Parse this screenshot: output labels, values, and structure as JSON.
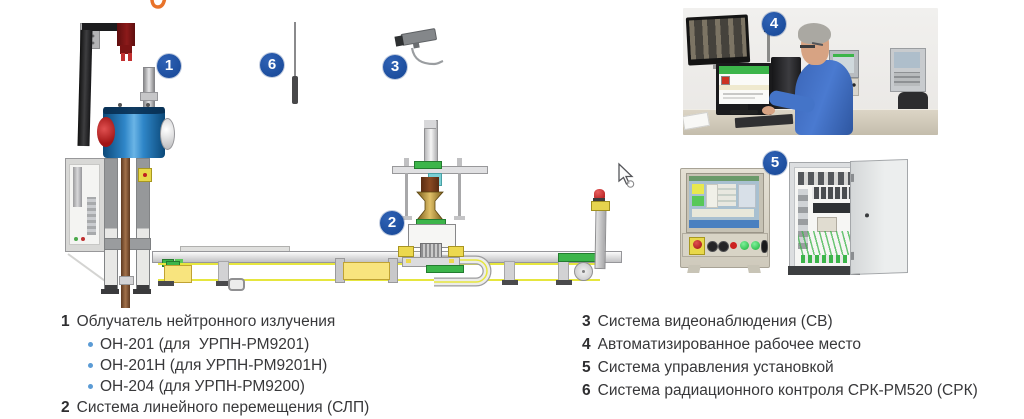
{
  "figure": {
    "badges": {
      "irradiator": "1",
      "linear_system": "2",
      "video": "3",
      "workstation": "4",
      "control": "5",
      "radiation": "6"
    },
    "colors": {
      "badge_blue": "#1d4e9e",
      "bullet_blue": "#5b9bd5",
      "accent_green": "#3cb54a",
      "drum_blue": "#2f86c8",
      "rail_yellow": "#f8e47e",
      "beacon_red": "#b01818",
      "title_fragment_orange": "#e8732a"
    }
  },
  "legend": {
    "left": [
      {
        "num": "1",
        "text": "Облучатель нейтронного излучения",
        "bullets": [
          "ОН-201 (для  УРПН-РМ9201)",
          "ОН-201Н (для УРПН-РМ9201Н)",
          "ОН-204 (для УРПН-РМ9200)"
        ]
      },
      {
        "num": "2",
        "text": "Система линейного перемещения (СЛП)"
      }
    ],
    "right": [
      {
        "num": "3",
        "text": "Система видеонаблюдения (СВ)"
      },
      {
        "num": "4",
        "text": "Автоматизированное рабочее место"
      },
      {
        "num": "5",
        "text": "Система управления установкой"
      },
      {
        "num": "6",
        "text": "Система радиационного контроля СРК-РМ520 (СРК)"
      }
    ]
  }
}
